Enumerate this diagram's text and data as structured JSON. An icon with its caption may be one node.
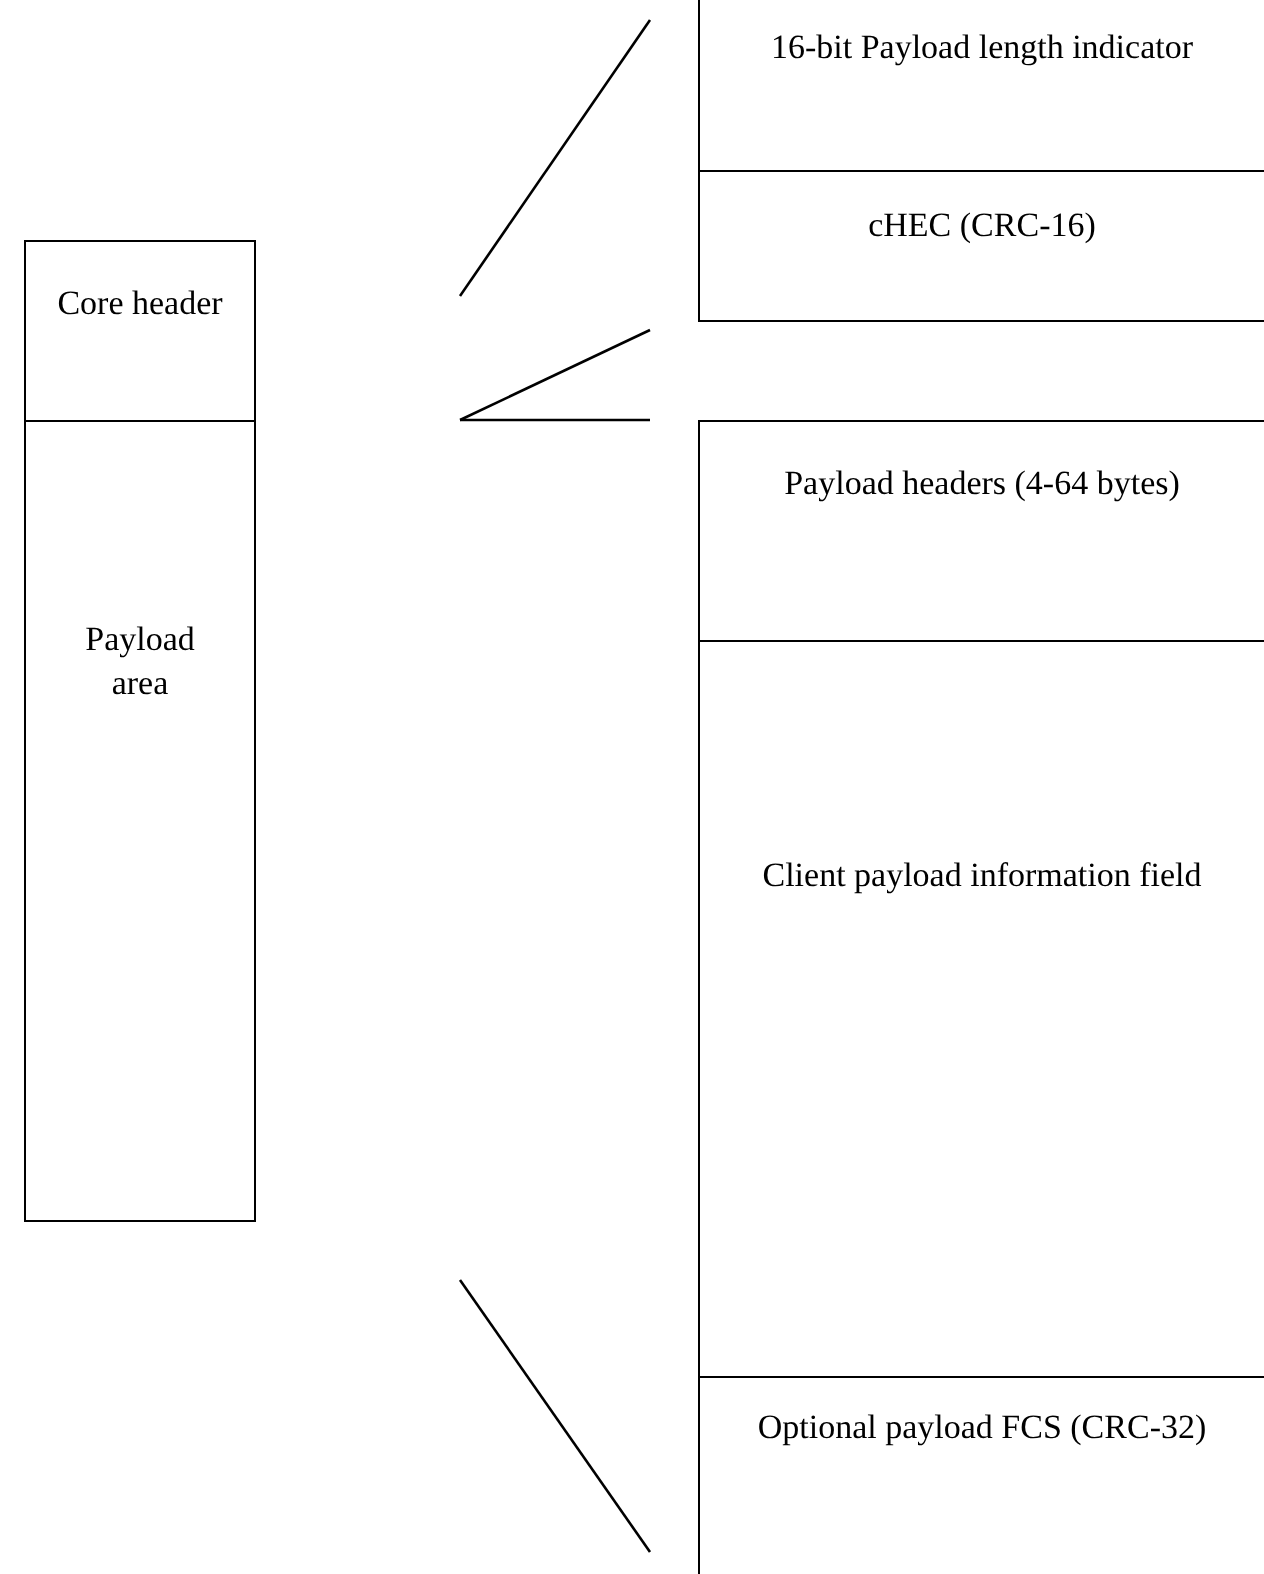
{
  "diagram": {
    "nodes": [
      {
        "text": [
          "Core header"
        ]
      },
      {
        "text": [
          "Payload area"
        ]
      },
      {
        "text": [
          "16-bit Payload length indicator"
        ]
      },
      {
        "text": [
          "cHEC (CRC-16)"
        ]
      },
      {
        "text": [
          "Payload headers (4-64 bytes)"
        ]
      },
      {
        "text": [
          "Client payload information field"
        ]
      },
      {
        "text": [
          "Optional payload FCS (CRC-32)"
        ]
      }
    ]
  }
}
